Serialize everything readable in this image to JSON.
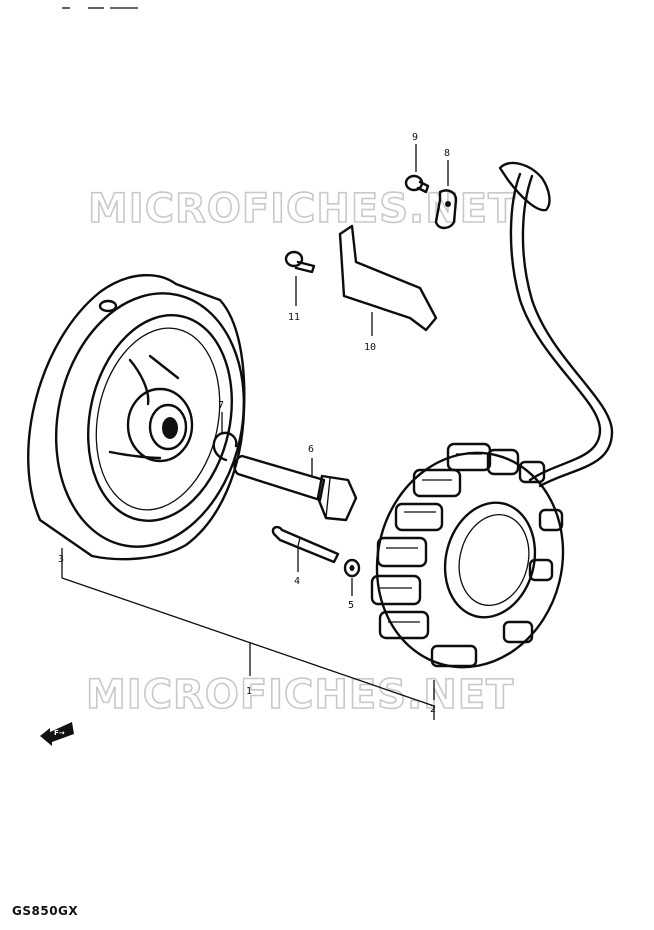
{
  "watermark": "MICROFICHES.NET",
  "model_code": "GS850GX",
  "forward_label": "F→",
  "callouts": [
    "1",
    "2",
    "3",
    "4",
    "5",
    "6",
    "7",
    "8",
    "9",
    "10",
    "11"
  ]
}
